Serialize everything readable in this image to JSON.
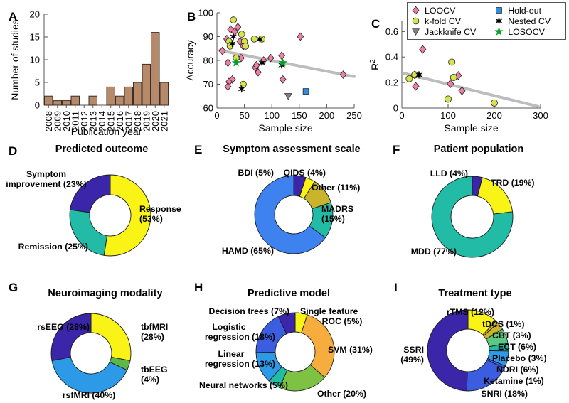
{
  "figure": {
    "panels": [
      "A",
      "B",
      "C",
      "D",
      "E",
      "F",
      "G",
      "H",
      "I"
    ]
  },
  "panelA": {
    "letter": "A",
    "xlabel": "Publication year",
    "ylabel": "Number of studies"
  },
  "panelB": {
    "letter": "B",
    "xlabel": "Sample size",
    "ylabel": "Accuracy"
  },
  "panelC": {
    "letter": "C",
    "xlabel": "Sample size",
    "ylabel": "R2"
  },
  "legend": {
    "items": [
      {
        "label": "LOOCV",
        "marker": "diamond",
        "color": "#ef7fa4"
      },
      {
        "label": "Hold-out",
        "marker": "square",
        "color": "#2d8fe0"
      },
      {
        "label": "k-fold CV",
        "marker": "circle",
        "color": "#d7e34a"
      },
      {
        "label": "Nested CV",
        "marker": "star6",
        "color": "#000000"
      },
      {
        "label": "Jackknife CV",
        "marker": "triangle-down",
        "color": "#808080"
      },
      {
        "label": "LOSOCV",
        "marker": "star5",
        "color": "#00a03c"
      }
    ]
  },
  "panelD": {
    "letter": "D",
    "title": "Predicted outcome",
    "labels": [
      {
        "text": "Response (53%)",
        "lines": [
          "Response",
          "(53%)"
        ]
      },
      {
        "text": "Remission (25%)",
        "lines": [
          "Remission (25%)"
        ]
      },
      {
        "text": "Symptom improvement (23%)",
        "lines": [
          "Symptom",
          "improvement (23%)"
        ]
      }
    ]
  },
  "panelE": {
    "letter": "E",
    "title": "Symptom assessment scale",
    "labels": [
      {
        "text": "BDI  (5%)",
        "lines": [
          "BDI  (5%)"
        ]
      },
      {
        "text": "QIDS  (4%)",
        "lines": [
          "QIDS  (4%)"
        ]
      },
      {
        "text": "Other (11%)",
        "lines": [
          "Other (11%)"
        ]
      },
      {
        "text": "MADRS (15%)",
        "lines": [
          "MADRS",
          "(15%)"
        ]
      },
      {
        "text": "HAMD (65%)",
        "lines": [
          "HAMD (65%)"
        ]
      }
    ]
  },
  "panelF": {
    "letter": "F",
    "title": "Patient population",
    "labels": [
      {
        "text": "LLD  (4%)",
        "lines": [
          "LLD  (4%)"
        ]
      },
      {
        "text": "TRD (19%)",
        "lines": [
          "TRD (19%)"
        ]
      },
      {
        "text": "MDD (77%)",
        "lines": [
          "MDD (77%)"
        ]
      }
    ]
  },
  "panelG": {
    "letter": "G",
    "title": "Neuroimaging modality",
    "labels": [
      {
        "text": "rsEEG (28%)",
        "lines": [
          "rsEEG (28%)"
        ]
      },
      {
        "text": "tbfMRI (28%)",
        "lines": [
          "tbfMRI",
          "(28%)"
        ]
      },
      {
        "text": "tbEEG (4%)",
        "lines": [
          "tbEEG",
          "(4%)"
        ]
      },
      {
        "text": "rsfMRI (40%)",
        "lines": [
          "rsfMRI (40%)"
        ]
      }
    ]
  },
  "panelH": {
    "letter": "H",
    "title": "Predictive model",
    "labels": [
      {
        "text": "Decision trees  (7%)",
        "lines": [
          "Decision trees  (7%)"
        ]
      },
      {
        "text": "Single feature ROC (5%)",
        "lines": [
          "Single feature",
          "ROC (5%)"
        ]
      },
      {
        "text": "SVM (31%)",
        "lines": [
          "SVM (31%)"
        ]
      },
      {
        "text": "Other (20%)",
        "lines": [
          "Other (20%)"
        ]
      },
      {
        "text": "Neural networks (5%)",
        "lines": [
          "Neural networks (5%)"
        ]
      },
      {
        "text": "Linear regression (13%)",
        "lines": [
          "Linear",
          "regression (13%)"
        ]
      },
      {
        "text": "Logistic regression (18%)",
        "lines": [
          "Logistic",
          "regression (18%)"
        ]
      }
    ]
  },
  "panelI": {
    "letter": "I",
    "title": "Treatment type",
    "labels": [
      {
        "text": "rTMS (12%)",
        "lines": [
          "rTMS (12%)"
        ]
      },
      {
        "text": "tDCS  (1%)",
        "lines": [
          "tDCS  (1%)"
        ]
      },
      {
        "text": "CBT  (3%)",
        "lines": [
          "CBT  (3%)"
        ]
      },
      {
        "text": "ECT  (6%)",
        "lines": [
          "ECT  (6%)"
        ]
      },
      {
        "text": "Placebo  (3%)",
        "lines": [
          "Placebo  (3%)"
        ]
      },
      {
        "text": "NDRI  (6%)",
        "lines": [
          "NDRI  (6%)"
        ]
      },
      {
        "text": "Ketamine  (1%)",
        "lines": [
          "Ketamine  (1%)"
        ]
      },
      {
        "text": "SNRI (18%)",
        "lines": [
          "SNRI (18%)"
        ]
      },
      {
        "text": "SSRI (49%)",
        "lines": [
          "SSRI",
          "(49%)"
        ]
      }
    ]
  },
  "chart_data": [
    {
      "panel": "A",
      "type": "bar",
      "title": "",
      "xlabel": "Publication year",
      "ylabel": "Number of studies",
      "categories": [
        "2008",
        "2009",
        "2010",
        "2011",
        "2012",
        "2013",
        "2014",
        "2015",
        "2016",
        "2017",
        "2018",
        "2019",
        "2020",
        "2021"
      ],
      "values": [
        2,
        1,
        1,
        2,
        0,
        2,
        0,
        4,
        2,
        4,
        5,
        9,
        16,
        5
      ],
      "ylim": [
        0,
        20
      ],
      "yticks": [
        0,
        5,
        10,
        15,
        20
      ],
      "bar_color": "#b5896a",
      "bar_edge": "#3a2f27",
      "grid": false
    },
    {
      "panel": "B",
      "type": "scatter",
      "title": "",
      "xlabel": "Sample size",
      "ylabel": "Accuracy",
      "xlim": [
        0,
        250
      ],
      "ylim": [
        60,
        100
      ],
      "xticks": [
        0,
        50,
        100,
        150,
        200,
        250
      ],
      "yticks": [
        60,
        70,
        80,
        90,
        100
      ],
      "grid": false,
      "legend_position": "top-right-outside",
      "trendline": {
        "x": [
          5,
          250
        ],
        "y": [
          84.2,
          73.2
        ],
        "color": "#bdbdbd",
        "width": 4
      },
      "series": [
        {
          "name": "LOOCV",
          "marker": "diamond",
          "color": "#ef7fa4",
          "points": [
            [
              10,
              84
            ],
            [
              18,
              89
            ],
            [
              20,
              79
            ],
            [
              22,
              88
            ],
            [
              25,
              93
            ],
            [
              26,
              87
            ],
            [
              28,
              72
            ],
            [
              22,
              71
            ],
            [
              20,
              69
            ],
            [
              32,
              92
            ],
            [
              38,
              94
            ],
            [
              42,
              88
            ],
            [
              44,
              81
            ],
            [
              48,
              86
            ],
            [
              70,
              77
            ],
            [
              72,
              78
            ],
            [
              75,
              75
            ],
            [
              85,
              80
            ],
            [
              98,
              81
            ],
            [
              118,
              82
            ],
            [
              120,
              72
            ],
            [
              152,
              90
            ],
            [
              230,
              74
            ]
          ]
        },
        {
          "name": "k-fold CV",
          "marker": "circle",
          "color": "#d7e34a",
          "points": [
            [
              30,
              97
            ],
            [
              22,
              88
            ],
            [
              24,
              86
            ],
            [
              35,
              81
            ],
            [
              45,
              91
            ],
            [
              48,
              70
            ],
            [
              50,
              88
            ],
            [
              52,
              86
            ],
            [
              68,
              89
            ],
            [
              82,
              89
            ]
          ]
        },
        {
          "name": "Nested CV",
          "marker": "star6",
          "color": "#000000",
          "points": [
            [
              30,
              90
            ],
            [
              28,
              87
            ],
            [
              45,
              68
            ],
            [
              78,
              89
            ],
            [
              82,
              79
            ],
            [
              118,
              78
            ]
          ]
        },
        {
          "name": "LOSOCV",
          "marker": "star5",
          "color": "#00a03c",
          "points": [
            [
              35,
              79
            ],
            [
              120,
              79
            ]
          ]
        },
        {
          "name": "Jackknife CV",
          "marker": "triangle-down",
          "color": "#808080",
          "points": [
            [
              130,
              65
            ]
          ]
        },
        {
          "name": "Hold-out",
          "marker": "square",
          "color": "#2d8fe0",
          "points": [
            [
              162,
              67
            ]
          ]
        }
      ]
    },
    {
      "panel": "C",
      "type": "scatter",
      "title": "",
      "xlabel": "Sample size",
      "ylabel": "R2",
      "xlim": [
        0,
        300
      ],
      "ylim": [
        0,
        0.68
      ],
      "xticks": [
        0,
        100,
        200,
        300
      ],
      "yticks": [
        0,
        0.2,
        0.4,
        0.6
      ],
      "grid": false,
      "trendline": {
        "x": [
          5,
          295
        ],
        "y": [
          0.272,
          0.012
        ],
        "color": "#bdbdbd",
        "width": 4
      },
      "series": [
        {
          "name": "LOOCV",
          "marker": "diamond",
          "color": "#ef7fa4",
          "points": [
            [
              28,
              0.26
            ],
            [
              45,
              0.46
            ],
            [
              30,
              0.17
            ],
            [
              105,
              0.19
            ],
            [
              122,
              0.255
            ],
            [
              130,
              0.135
            ]
          ]
        },
        {
          "name": "k-fold CV",
          "marker": "circle",
          "color": "#d7e34a",
          "points": [
            [
              16,
              0.23
            ],
            [
              28,
              0.26
            ],
            [
              108,
              0.36
            ],
            [
              100,
              0.07
            ],
            [
              112,
              0.24
            ],
            [
              200,
              0.04
            ]
          ]
        },
        {
          "name": "Nested CV",
          "marker": "star6",
          "color": "#000000",
          "points": [
            [
              37,
              0.26
            ]
          ]
        }
      ]
    },
    {
      "panel": "D",
      "type": "pie",
      "title": "Predicted outcome",
      "labels": [
        "Response",
        "Remission",
        "Symptom improvement"
      ],
      "values": [
        53,
        25,
        23
      ],
      "colors": [
        "#f9f415",
        "#22bba6",
        "#3b25a8"
      ],
      "donut": true
    },
    {
      "panel": "E",
      "type": "pie",
      "title": "Symptom assessment scale",
      "labels": [
        "BDI",
        "QIDS",
        "Other",
        "MADRS",
        "HAMD"
      ],
      "values": [
        5,
        4,
        11,
        15,
        65
      ],
      "colors": [
        "#3b25a8",
        "#f9f415",
        "#c9b42c",
        "#22bba6",
        "#3e82f0"
      ],
      "donut": true
    },
    {
      "panel": "F",
      "type": "pie",
      "title": "Patient population",
      "labels": [
        "LLD",
        "TRD",
        "MDD"
      ],
      "values": [
        4,
        19,
        77
      ],
      "colors": [
        "#3b25a8",
        "#f9f415",
        "#22bba6"
      ],
      "donut": true
    },
    {
      "panel": "G",
      "type": "pie",
      "title": "Neuroimaging modality",
      "labels": [
        "tbfMRI",
        "tbEEG",
        "rsfMRI",
        "rsEEG"
      ],
      "values": [
        28,
        4,
        40,
        28
      ],
      "colors": [
        "#f9f415",
        "#5cb947",
        "#2d9ae8",
        "#3b25a8"
      ],
      "donut": true
    },
    {
      "panel": "H",
      "type": "pie",
      "title": "Predictive model",
      "labels": [
        "Single feature ROC",
        "SVM",
        "Other",
        "Neural networks",
        "Linear regression",
        "Logistic regression",
        "Decision trees"
      ],
      "values": [
        5,
        31,
        20,
        5,
        13,
        18,
        7
      ],
      "colors": [
        "#f9f415",
        "#f7ad3e",
        "#7dc242",
        "#22bba6",
        "#2d9ae8",
        "#3b5de0",
        "#3b25a8"
      ],
      "donut": true
    },
    {
      "panel": "I",
      "type": "pie",
      "title": "Treatment type",
      "labels": [
        "rTMS",
        "tDCS",
        "CBT",
        "ECT",
        "Placebo",
        "NDRI",
        "Ketamine",
        "SNRI",
        "SSRI"
      ],
      "values": [
        12,
        1,
        3,
        6,
        3,
        6,
        1,
        18,
        49
      ],
      "colors": [
        "#f9f415",
        "#c9b42c",
        "#c9b42c",
        "#5cc97e",
        "#22bba6",
        "#2d9ae8",
        "#3b5de0",
        "#3b5de0",
        "#3b25a8"
      ],
      "donut": true
    }
  ]
}
